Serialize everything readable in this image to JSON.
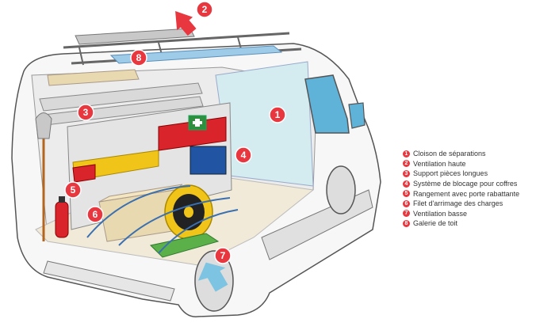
{
  "colors": {
    "callout": "#e8373f",
    "arrow_red": "#e8373f",
    "arrow_blue": "#7cc4e2",
    "partition": "#d4ecef",
    "window": "#5fb3d8",
    "van_outline": "#555555",
    "floor": "#f1ead8"
  },
  "callouts": [
    "1",
    "2",
    "3",
    "4",
    "5",
    "6",
    "7",
    "8"
  ],
  "legend": [
    {
      "num": "1",
      "label": "Cloison de séparations"
    },
    {
      "num": "2",
      "label": "Ventilation haute"
    },
    {
      "num": "3",
      "label": "Support pièces longues"
    },
    {
      "num": "4",
      "label": "Système de blocage pour coffres"
    },
    {
      "num": "5",
      "label": "Rangement avec porte rabattante"
    },
    {
      "num": "6",
      "label": "Filet d'arrimage des charges"
    },
    {
      "num": "7",
      "label": "Ventilation basse"
    },
    {
      "num": "8",
      "label": "Galerie de toit"
    }
  ]
}
